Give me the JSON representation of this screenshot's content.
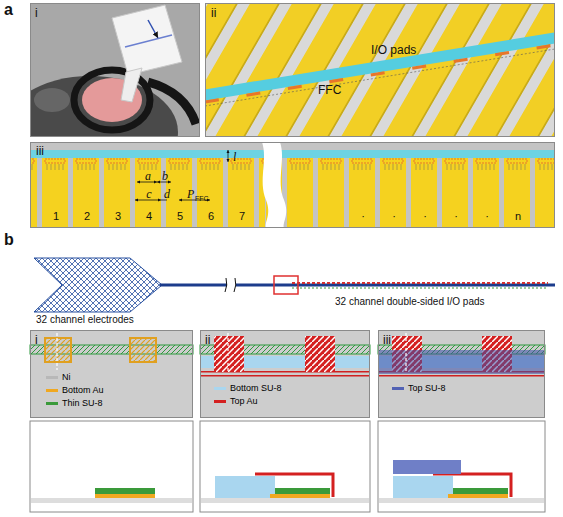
{
  "diagram": {
    "nodes": [
      {
        "text": [
          "i"
        ]
      },
      {
        "text": [
          "ii",
          "I/O pads",
          "FFC"
        ]
      },
      {
        "text": [
          "iii",
          "a",
          "b",
          "c",
          "d",
          "P",
          "FFC",
          "l",
          "1",
          "2",
          "3",
          "4",
          "5",
          "6",
          "7",
          "·",
          "·",
          "·",
          "·",
          "·",
          "n"
        ]
      },
      {
        "text": [
          "i"
        ]
      },
      {
        "text": [
          "ii"
        ]
      },
      {
        "text": [
          "iii"
        ]
      }
    ],
    "labels": [
      "a",
      "b",
      "32 channel electrodes",
      "32 channel double-sided I/O pads"
    ],
    "legend": [
      {
        "text": "Ni",
        "color": "#b8b8b8"
      },
      {
        "text": "Bottom Au",
        "color": "#f0a820"
      },
      {
        "text": "Thin SU-8",
        "color": "#3a9a3a"
      },
      {
        "text": "Bottom SU-8",
        "color": "#a9d6ef"
      },
      {
        "text": "Top Au",
        "color": "#d42020"
      },
      {
        "text": "Top SU-8",
        "color": "#5262b4"
      }
    ]
  }
}
